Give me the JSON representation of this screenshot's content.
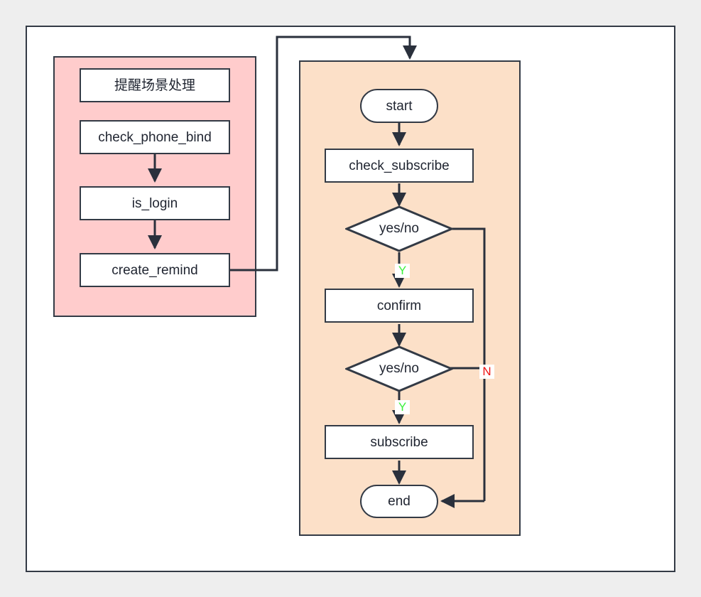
{
  "diagram": {
    "type": "flowchart",
    "title": "",
    "background_color": "#eeeeee",
    "canvas_color": "#ffffff",
    "node_border_color": "#333a45",
    "clusters": [
      {
        "id": "remind_scene",
        "label": "",
        "fill": "#ffcccc",
        "nodes": [
          "提醒场景处理",
          "check_phone_bind",
          "is_login",
          "create_remind"
        ]
      },
      {
        "id": "subscribe_flow",
        "label": "",
        "fill": "#fce0c8",
        "nodes": [
          "start",
          "check_subscribe",
          "yes/no",
          "confirm",
          "yes/no",
          "subscribe",
          "end"
        ]
      }
    ],
    "nodes": {
      "remind_title": {
        "label": "提醒场景处理",
        "shape": "rect"
      },
      "check_phone_bind": {
        "label": "check_phone_bind",
        "shape": "rect"
      },
      "is_login": {
        "label": "is_login",
        "shape": "rect"
      },
      "create_remind": {
        "label": "create_remind",
        "shape": "rect"
      },
      "start": {
        "label": "start",
        "shape": "stadium"
      },
      "check_subscribe": {
        "label": "check_subscribe",
        "shape": "rect"
      },
      "decision_subscribe": {
        "label": "yes/no",
        "shape": "diamond"
      },
      "confirm": {
        "label": "confirm",
        "shape": "rect"
      },
      "decision_confirm": {
        "label": "yes/no",
        "shape": "diamond"
      },
      "subscribe": {
        "label": "subscribe",
        "shape": "rect"
      },
      "end": {
        "label": "end",
        "shape": "stadium"
      }
    },
    "edges": [
      {
        "from": "check_phone_bind",
        "to": "is_login",
        "label": ""
      },
      {
        "from": "is_login",
        "to": "create_remind",
        "label": ""
      },
      {
        "from": "create_remind",
        "to": "subscribe_flow",
        "label": ""
      },
      {
        "from": "start",
        "to": "check_subscribe",
        "label": ""
      },
      {
        "from": "check_subscribe",
        "to": "decision_subscribe",
        "label": ""
      },
      {
        "from": "decision_subscribe",
        "to": "confirm",
        "label": "Y"
      },
      {
        "from": "decision_subscribe",
        "to": "end",
        "label": ""
      },
      {
        "from": "confirm",
        "to": "decision_confirm",
        "label": ""
      },
      {
        "from": "decision_confirm",
        "to": "subscribe",
        "label": "Y"
      },
      {
        "from": "decision_confirm",
        "to": "end",
        "label": "N"
      },
      {
        "from": "subscribe",
        "to": "end",
        "label": ""
      }
    ],
    "edge_labels": {
      "yes_1": "Y",
      "yes_2": "Y",
      "no_1": "N",
      "yes_color": "#3cf03c",
      "no_color": "#ee1111"
    }
  }
}
